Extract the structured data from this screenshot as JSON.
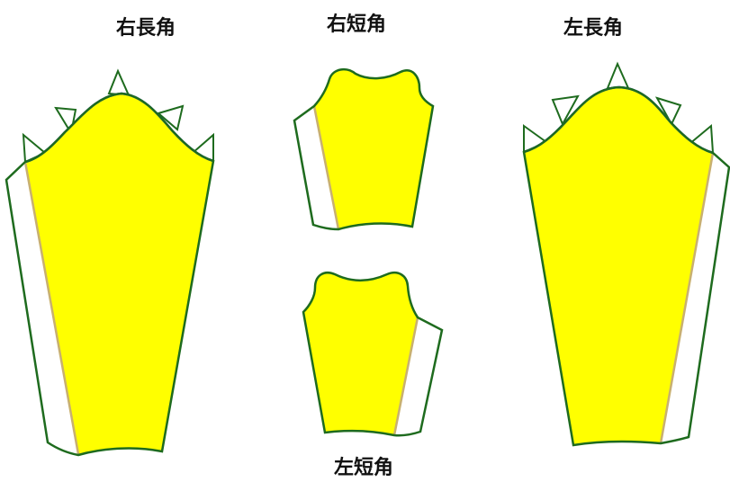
{
  "labels": {
    "right_long": "右長角",
    "right_short": "右短角",
    "left_long": "左長角",
    "left_short": "左短角"
  },
  "colors": {
    "fill": "#ffff00",
    "outline": "#1e6b1e",
    "curve_edge": "#1a1aff",
    "seam_line": "#c8b070",
    "background": "#ffffff"
  }
}
